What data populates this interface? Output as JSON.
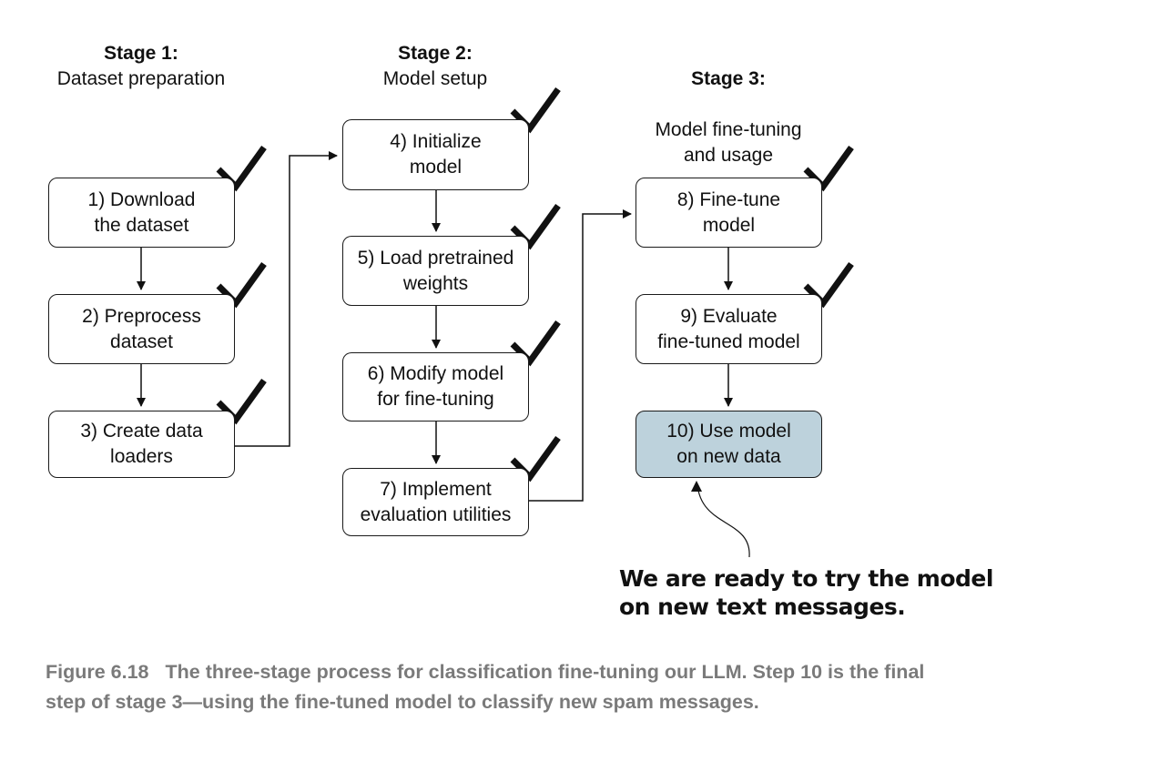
{
  "stages": [
    {
      "title": "Stage 1:",
      "subtitle": "Dataset preparation"
    },
    {
      "title": "Stage 2:",
      "subtitle": "Model setup"
    },
    {
      "title": "Stage 3:",
      "subtitle": "Model fine-tuning\nand usage"
    }
  ],
  "steps": [
    "1) Download\nthe dataset",
    "2) Preprocess\ndataset",
    "3) Create data\nloaders",
    "4) Initialize\nmodel",
    "5) Load pretrained\nweights",
    "6) Modify model\nfor fine-tuning",
    "7) Implement\nevaluation utilities",
    "8) Fine-tune\nmodel",
    "9) Evaluate\nfine-tuned model",
    "10) Use model\non new data"
  ],
  "callout": {
    "line1": "We are ready to try the model",
    "line2": "on new text messages."
  },
  "caption": {
    "figure_label": "Figure 6.18",
    "text": "The three-stage process for classification fine-tuning our LLM. Step 10 is the final step of stage 3—using the fine-tuned model to classify new spam messages."
  },
  "colors": {
    "highlight_box": "#bdd2dc",
    "caption_text": "#7a7a7a",
    "lines": "#111111"
  }
}
